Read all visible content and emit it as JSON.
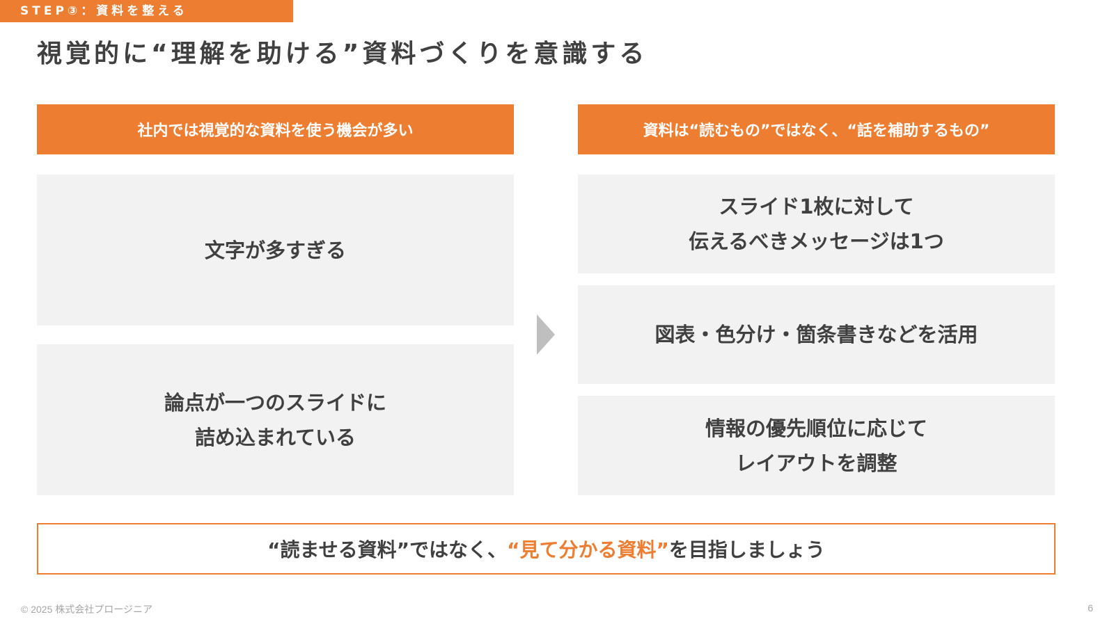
{
  "step_tag": "STEP③：資料を整える",
  "title": "視覚的に“理解を助ける”資料づくりを意識する",
  "left": {
    "header": "社内では視覚的な資料を使う機会が多い",
    "items": [
      {
        "lines": [
          "文字が多すぎる"
        ]
      },
      {
        "lines": [
          "論点が一つのスライドに",
          "詰め込まれている"
        ]
      }
    ]
  },
  "right": {
    "header": "資料は“読むもの”ではなく、“話を補助するもの”",
    "items": [
      {
        "lines": [
          "スライド1枚に対して",
          "伝えるべきメッセージは1つ"
        ]
      },
      {
        "lines": [
          "図表・色分け・箇条書きなどを活用"
        ]
      },
      {
        "lines": [
          "情報の優先順位に応じて",
          "レイアウトを調整"
        ]
      }
    ]
  },
  "arrow_icon": "arrow-right-triangle",
  "summary": {
    "before": "“読ませる資料”ではなく、",
    "highlight": "“見て分かる資料”",
    "after": "を目指しましょう"
  },
  "footer": {
    "copyright": "© 2025 株式会社プロージニア",
    "page_number": "6"
  },
  "colors": {
    "accent": "#ED7D31",
    "box_bg": "#F2F2F2",
    "text": "#404040",
    "arrow": "#BFBFBF",
    "footer_text": "#A6A6A6"
  }
}
